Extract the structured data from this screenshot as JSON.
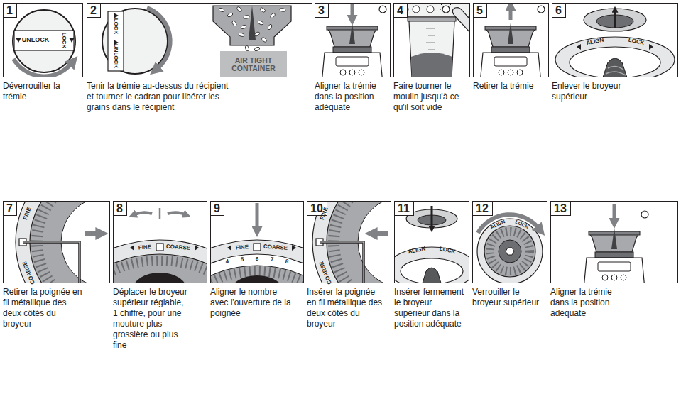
{
  "diagram": {
    "nodes": [
      {
        "text": [
          "1",
          "Déverrouiller la trémie"
        ]
      },
      {
        "text": [
          "2",
          "Tenir la trémie au-dessus du récipient et tourner le cadran pour libérer les grains dans le récipient"
        ]
      },
      {
        "text": [
          "3",
          "Aligner la trémie dans la position adéquate"
        ]
      },
      {
        "text": [
          "4",
          "Faire tourner le moulin jusqu'à ce qu'il soit vide"
        ]
      },
      {
        "text": [
          "5",
          "Retirer la trémie"
        ]
      },
      {
        "text": [
          "6",
          "Enlever le broyeur supérieur"
        ]
      },
      {
        "text": [
          "7",
          "Retirer la poignée en fil métallique des deux côtés du broyeur"
        ]
      },
      {
        "text": [
          "8",
          "Déplacer le broyeur supérieur réglable, 1 chiffre, pour une mouture plus grossière ou plus fine"
        ]
      },
      {
        "text": [
          "9",
          "Aligner le nombre avec l'ouverture de la poignée"
        ]
      },
      {
        "text": [
          "10",
          "Insérer la poignée en fil métallique des deux côtés du broyeur"
        ]
      },
      {
        "text": [
          "11",
          "Insérer fermement le broyeur supérieur dans la position adéquate"
        ]
      },
      {
        "text": [
          "12",
          "Verrouiller le broyeur supérieur"
        ]
      },
      {
        "text": [
          "13",
          "Aligner la trémie dans la position adéquate"
        ]
      }
    ],
    "labels": [
      "UNLOCK",
      "LOCK",
      "LOCK",
      "UNLOCK",
      "AIR TIGHT CONTAINER",
      "ALIGN",
      "LOCK",
      "FINE",
      "COARSE",
      "FINE",
      "COARSE",
      "FINE",
      "COARSE",
      "4",
      "5",
      "6",
      "7",
      "8",
      "FINE",
      "COARSE",
      "ALIGN",
      "LOCK",
      "ALIGN",
      "LOCK"
    ]
  }
}
